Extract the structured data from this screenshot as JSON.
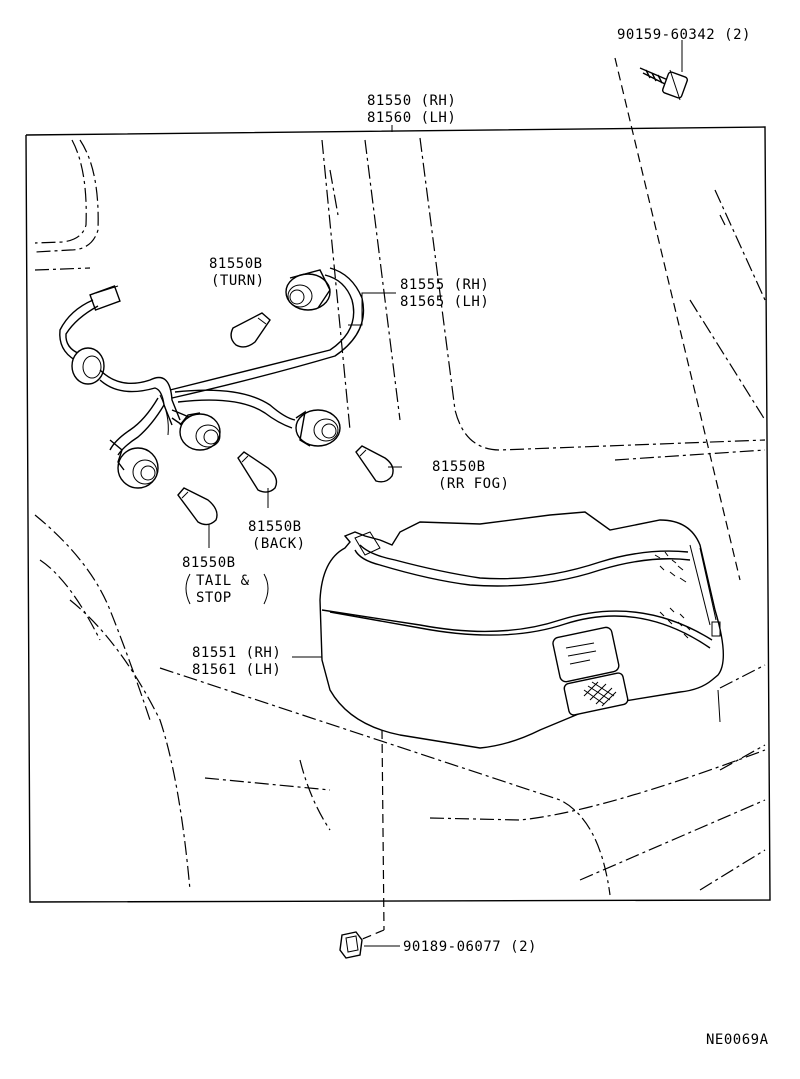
{
  "labels": {
    "screw_part": "90159-60342 (2)",
    "lamp_assy_rh": "81550 (RH)",
    "lamp_assy_lh": "81560 (LH)",
    "bulb_turn_part": "81550B",
    "bulb_turn_desc": "(TURN)",
    "socket_rh": "81555 (RH)",
    "socket_lh": "81565 (LH)",
    "bulb_fog_part": "81550B",
    "bulb_fog_desc": "(RR FOG)",
    "bulb_back_part": "81550B",
    "bulb_back_desc": "(BACK)",
    "bulb_tail_part": "81550B",
    "bulb_tail_desc1": "TAIL  &",
    "bulb_tail_desc2": "STOP",
    "lens_rh": "81551 (RH)",
    "lens_lh": "81561 (LH)",
    "nut_part": "90189-06077 (2)",
    "diagram_code": "NE0069A"
  }
}
